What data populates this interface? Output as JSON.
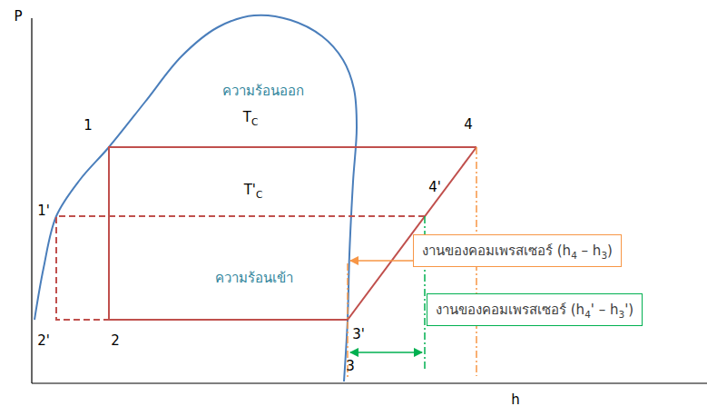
{
  "diagram": {
    "nodes": [
      {
        "text": [
          "งานของคอมเพรสเซอร์ (h4 – h3)"
        ]
      },
      {
        "text": [
          "งานของคอมเพรสเซอร์ (h4' – h3')"
        ]
      }
    ],
    "labels": [
      "P",
      "h",
      "1",
      "4",
      "1'",
      "4'",
      "2'",
      "2",
      "3'",
      "3",
      "ความร้อนออก",
      "TC",
      "T'C",
      "ความร้อนเข้า"
    ]
  }
}
